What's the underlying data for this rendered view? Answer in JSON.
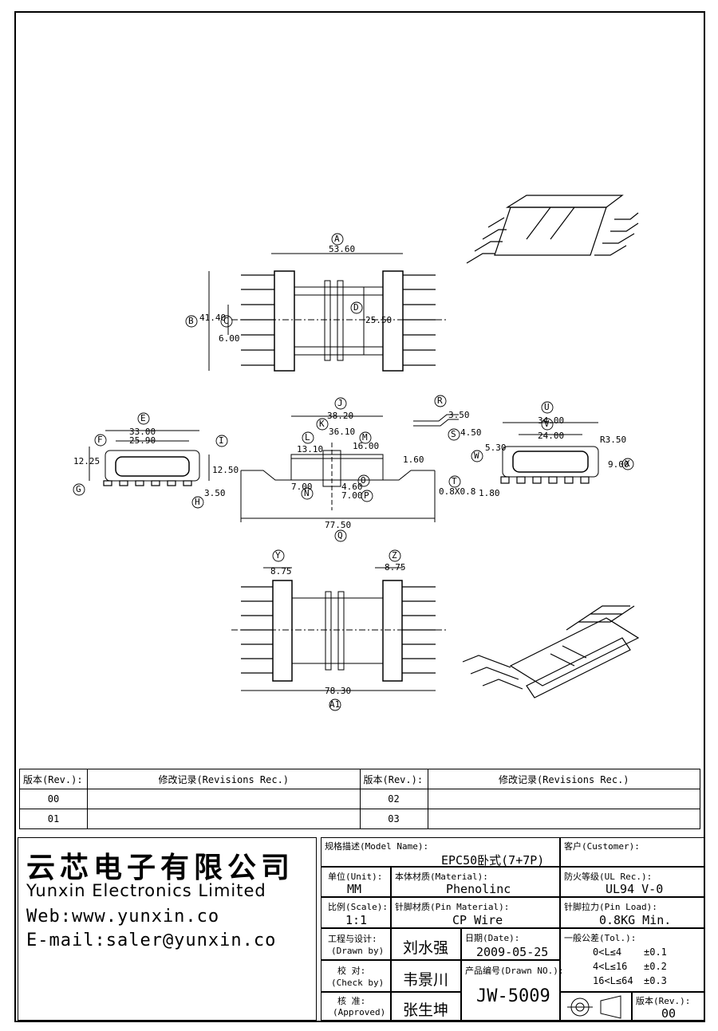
{
  "dimensions": {
    "A": "53.60",
    "B": "41.40",
    "C": "6.00",
    "D": "25.50",
    "E1": "33.00",
    "E2": "25.90",
    "F": "12.25",
    "I": "12.50",
    "H": "3.50",
    "J": "38.20",
    "K": "36.10",
    "L": "13.10",
    "M": "16.00",
    "N": "7.00",
    "O": "4.60",
    "P": "7.00",
    "S1": "1.60",
    "Q": "77.50",
    "R": "3.50",
    "S": "4.50",
    "T": "0.8X0.8",
    "U": "34.00",
    "V": "24.00",
    "V2": "R3.50",
    "W": "5.30",
    "X": "9.00",
    "Y2": "1.80",
    "Y": "8.75",
    "Z": "8.75",
    "A1": "78.30"
  },
  "circle_labels": [
    "A",
    "B",
    "C",
    "D",
    "E",
    "F",
    "G",
    "H",
    "I",
    "J",
    "K",
    "L",
    "M",
    "N",
    "O",
    "P",
    "Q",
    "R",
    "S",
    "T",
    "U",
    "V",
    "W",
    "X",
    "Y",
    "Z",
    "A1"
  ],
  "revision_table": {
    "header_rev": "版本(Rev.):",
    "header_rec": "修改记录(Revisions Rec.)",
    "rows": [
      {
        "rev_left": "00",
        "rev_right": "02"
      },
      {
        "rev_left": "01",
        "rev_right": "03"
      }
    ]
  },
  "company": {
    "name_cn": "云芯电子有限公司",
    "name_en": "Yunxin Electronics Limited",
    "web": "Web:www.yunxin.co",
    "email": "E-mail:saler@yunxin.co"
  },
  "title_block": {
    "model_label": "规格描述(Model Name):",
    "model_value": "EPC50卧式(7+7P)",
    "customer_label": "客户(Customer):",
    "customer_value": "",
    "unit_label": "单位(Unit):",
    "unit_value": "MM",
    "material_label": "本体材质(Material):",
    "material_value": "Phenolinc",
    "ul_label": "防火等级(UL Rec.):",
    "ul_value": "UL94 V-0",
    "scale_label": "比例(Scale):",
    "scale_value": "1:1",
    "pin_mat_label": "针脚材质(Pin Material):",
    "pin_mat_value": "CP Wire",
    "pin_load_label": "针脚拉力(Pin Load):",
    "pin_load_value": "0.8KG Min.",
    "drawn_label1": "工程与设计:",
    "drawn_label2": "(Drawn by)",
    "drawn_value": "刘水强",
    "date_label": "日期(Date):",
    "date_value": "2009-05-25",
    "tol_label": "一般公差(Tol.):",
    "tol_rows": [
      {
        "range": "0<L≤4",
        "tol": "±0.1"
      },
      {
        "range": "4<L≤16",
        "tol": "±0.2"
      },
      {
        "range": "16<L≤64",
        "tol": "±0.3"
      }
    ],
    "check_label1": "校  对:",
    "check_label2": "(Check by)",
    "check_value": "韦景川",
    "drawn_no_label": "产品编号(Drawn NO.):",
    "drawn_no_value": "JW-5009",
    "approved_label1": "核  准:",
    "approved_label2": "(Approved)",
    "approved_value": "张生坤",
    "rev_label": "版本(Rev.):",
    "rev_value": "00"
  }
}
